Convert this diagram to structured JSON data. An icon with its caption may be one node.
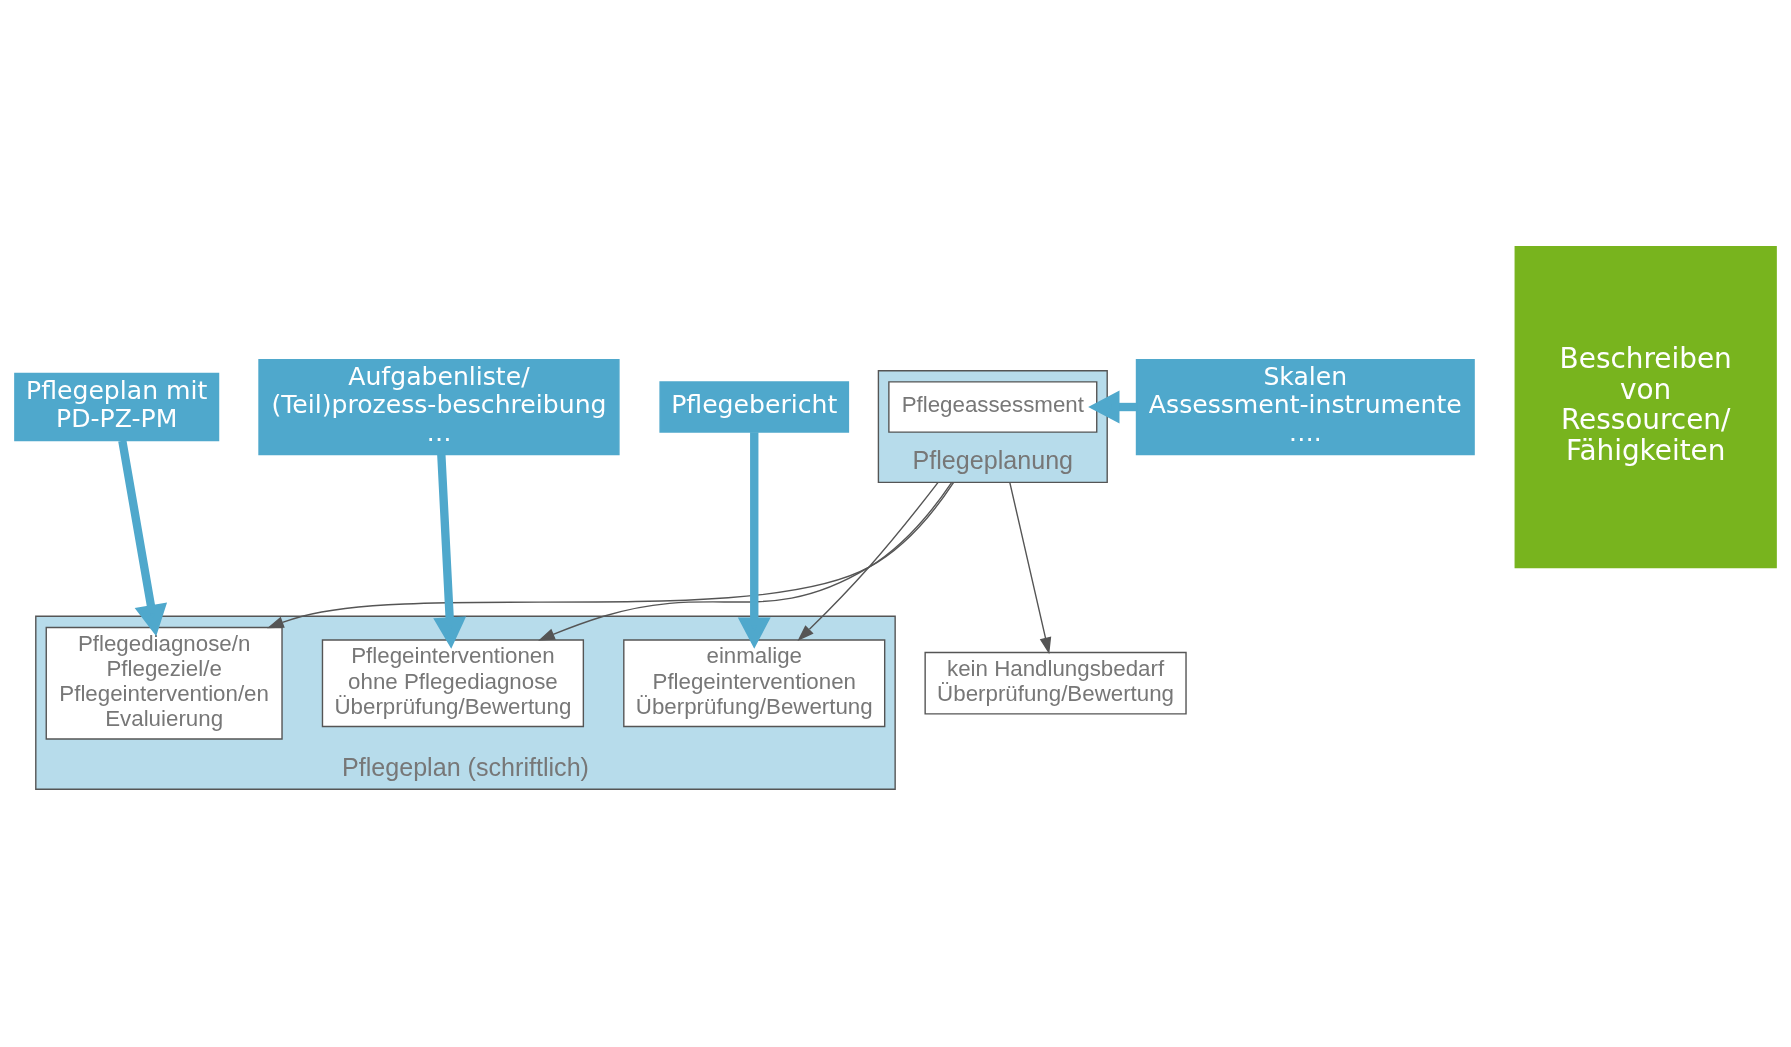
{
  "diagram": {
    "nodes": [
      {
        "text": [
          "Pflegeassessment"
        ],
        "in": 1
      },
      {
        "text": [
          "Pflegeplanung"
        ]
      },
      {
        "text": [
          "Skalen Assessment-instrumente …."
        ]
      },
      {
        "text": [
          "Pflegeplan mit PD-PZ-PM"
        ]
      },
      {
        "text": [
          "Aufgabenliste/ (Teil)prozess-beschreibung …"
        ]
      },
      {
        "text": [
          "Pflegebericht"
        ]
      },
      {
        "text": [
          "Beschreiben von Ressourcen/ Fähigkeiten"
        ]
      },
      {
        "text": [
          "Pflegeplan (schriftlich)"
        ]
      },
      {
        "text": [
          "Pflegediagnose/n Pflegeziel/e Pflegeintervention/en Evaluierung"
        ],
        "in": 7
      },
      {
        "text": [
          "Pflegeinterventionen ohne Pflegediagnose Überprüfung/Bewertung"
        ],
        "in": 7
      },
      {
        "text": [
          "einmalige Pflegeinterventionen Überprüfung/Bewertung"
        ],
        "in": 7
      },
      {
        "text": [
          "kein Handlungsbedarf Überprüfung/Bewertung"
        ]
      }
    ],
    "edges": [
      {
        "from": 2,
        "to": 0,
        "arrow": "to",
        "style": "thick",
        "color": "#4fa8cc"
      },
      {
        "from": 1,
        "to": 8,
        "arrow": "to",
        "color": "#555555"
      },
      {
        "from": 1,
        "to": 9,
        "arrow": "to",
        "color": "#555555"
      },
      {
        "from": 1,
        "to": 10,
        "arrow": "to",
        "color": "#555555"
      },
      {
        "from": 1,
        "to": 11,
        "arrow": "to",
        "color": "#555555"
      },
      {
        "from": 3,
        "to": 8,
        "arrow": "to",
        "style": "thick",
        "color": "#4fa8cc"
      },
      {
        "from": 4,
        "to": 9,
        "arrow": "to",
        "style": "thick",
        "color": "#4fa8cc"
      },
      {
        "from": 5,
        "to": 10,
        "arrow": "to",
        "style": "thick",
        "color": "#4fa8cc"
      }
    ]
  }
}
